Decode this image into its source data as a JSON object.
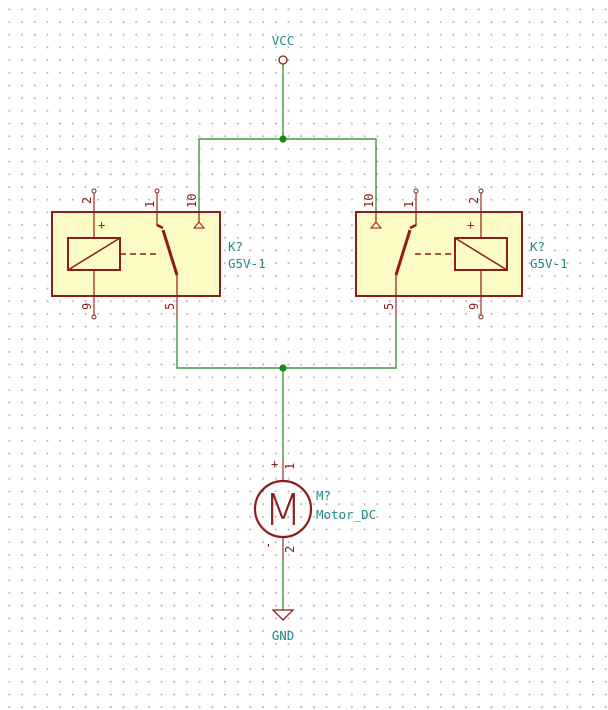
{
  "nets": {
    "vcc": "VCC",
    "gnd": "GND"
  },
  "relay_left": {
    "reference": "K?",
    "value": "G5V-1",
    "pins": {
      "coil_plus": "2",
      "coil_minus": "9",
      "com": "5",
      "no": "1",
      "nc": "10"
    },
    "coil_plus_mark": "+"
  },
  "relay_right": {
    "reference": "K?",
    "value": "G5V-1",
    "pins": {
      "coil_plus": "2",
      "coil_minus": "9",
      "com": "5",
      "no": "1",
      "nc": "10"
    },
    "coil_plus_mark": "+"
  },
  "motor": {
    "reference": "M?",
    "value": "Motor_DC",
    "symbol_letter": "M",
    "pins": {
      "plus": "1",
      "minus": "2"
    },
    "plus_mark": "+",
    "minus_mark": "-"
  }
}
